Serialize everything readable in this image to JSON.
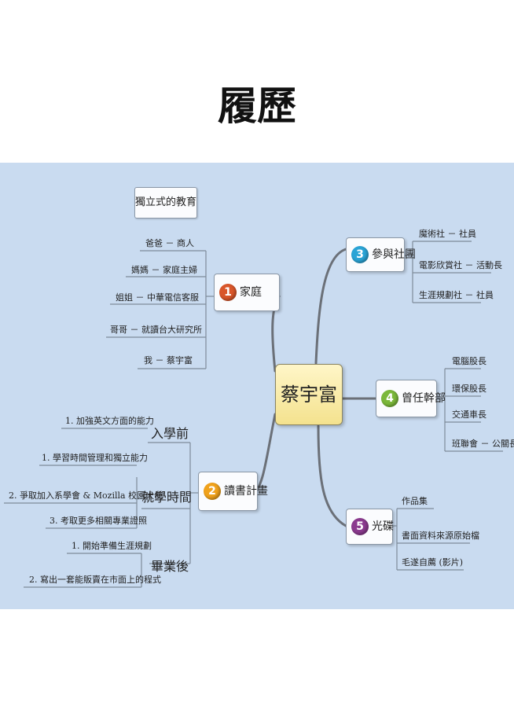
{
  "page_title": "履歷",
  "center": "蔡宇富",
  "top_note": "獨立式的教育",
  "branches": {
    "family": {
      "number": "1",
      "label": "家庭",
      "color": "#d9562a",
      "items": [
        "爸爸 － 商人",
        "媽媽 － 家庭主婦",
        "姐姐 － 中華電信客服",
        "哥哥 － 就讀台大研究所",
        "我 － 蔡宇富"
      ]
    },
    "clubs": {
      "number": "3",
      "label": "參與社團",
      "color": "#2aa4d6",
      "items": [
        "魔術社 － 社員",
        "電影欣賞社 － 活動長",
        "生涯規劃社 － 社員"
      ]
    },
    "positions": {
      "number": "4",
      "label": "曾任幹部",
      "color": "#7bb83a",
      "items": [
        "電腦股長",
        "環保股長",
        "交通車長",
        "班聯會 － 公關長"
      ]
    },
    "plan": {
      "number": "2",
      "label": "讀書計畫",
      "color": "#f0a21c",
      "groups": [
        {
          "label": "入學前",
          "items": [
            "1. 加強英文方面的能力"
          ]
        },
        {
          "label": "就學時間",
          "items": [
            "1. 學習時間管理和獨立能力",
            "2. 爭取加入系學會 & Mozilla 校園大使",
            "3. 考取更多相關專業證照"
          ]
        },
        {
          "label": "畢業後",
          "items": [
            "1. 開始準備生涯規劃",
            "2. 寫出一套能販賣在市面上的程式"
          ]
        }
      ]
    },
    "disc": {
      "number": "5",
      "label": "光碟",
      "color": "#8b3a8f",
      "items": [
        "作品集",
        "書面資料來源原始檔",
        "毛遂自薦 (影片)"
      ]
    }
  }
}
